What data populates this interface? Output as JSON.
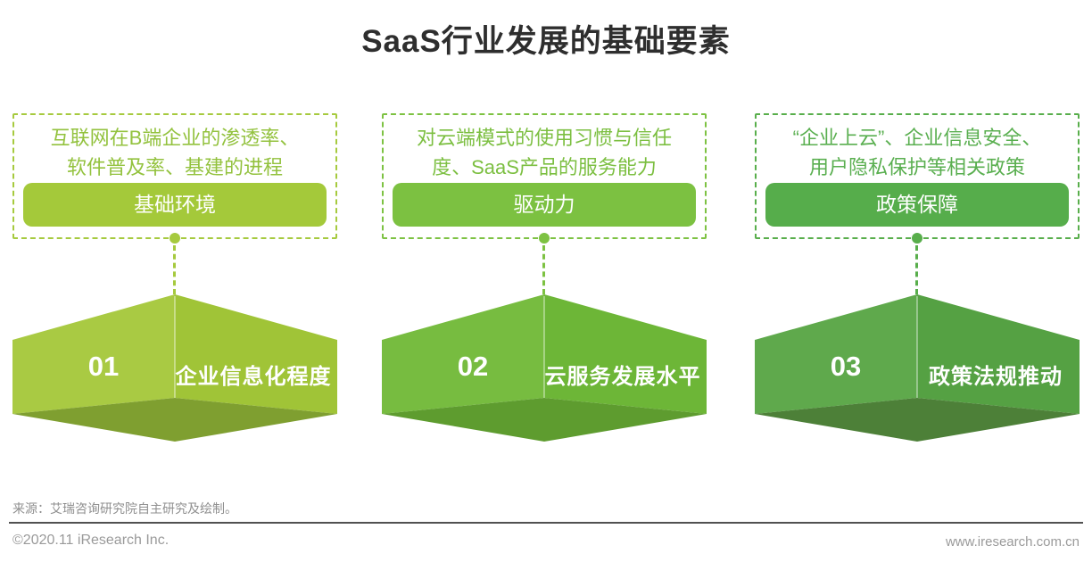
{
  "title": "SaaS行业发展的基础要素",
  "columns": [
    {
      "desc_line1": "互联网在B端企业的渗透率、",
      "desc_line2": "软件普及率、基建的进程",
      "tag": "基础环境",
      "number": "01",
      "diamond_label": "企业信息化程度",
      "colors": {
        "accent": "#a6ca3e",
        "text": "#93c23e",
        "bar_bg": "#a4c93a",
        "bar_text": "#ffffff",
        "face_left": "#a9ca43",
        "face_right": "#a0c437",
        "face_bottom": "#7f9f30"
      }
    },
    {
      "desc_line1": "对云端模式的使用习惯与信任",
      "desc_line2": "度、SaaS产品的服务能力",
      "tag": "驱动力",
      "number": "02",
      "diamond_label": "云服务发展水平",
      "colors": {
        "accent": "#7dc242",
        "text": "#7cbf41",
        "bar_bg": "#7cc141",
        "bar_text": "#ffffff",
        "face_left": "#77bc40",
        "face_right": "#6db637",
        "face_bottom": "#5e9c2f"
      }
    },
    {
      "desc_line1": "“企业上云”、企业信息安全、",
      "desc_line2": "用户隐私保护等相关政策",
      "tag": "政策保障",
      "number": "03",
      "diamond_label": "政策法规推动",
      "colors": {
        "accent": "#58ae4b",
        "text": "#5aaf50",
        "bar_bg": "#56ad4b",
        "bar_text": "#ffffff",
        "face_left": "#5fa94c",
        "face_right": "#55a143",
        "face_bottom": "#4d8038"
      }
    }
  ],
  "footer": {
    "source": "来源：艾瑞咨询研究院自主研究及绘制。",
    "copyright": "©2020.11 iResearch Inc.",
    "website": "www.iresearch.com.cn"
  }
}
